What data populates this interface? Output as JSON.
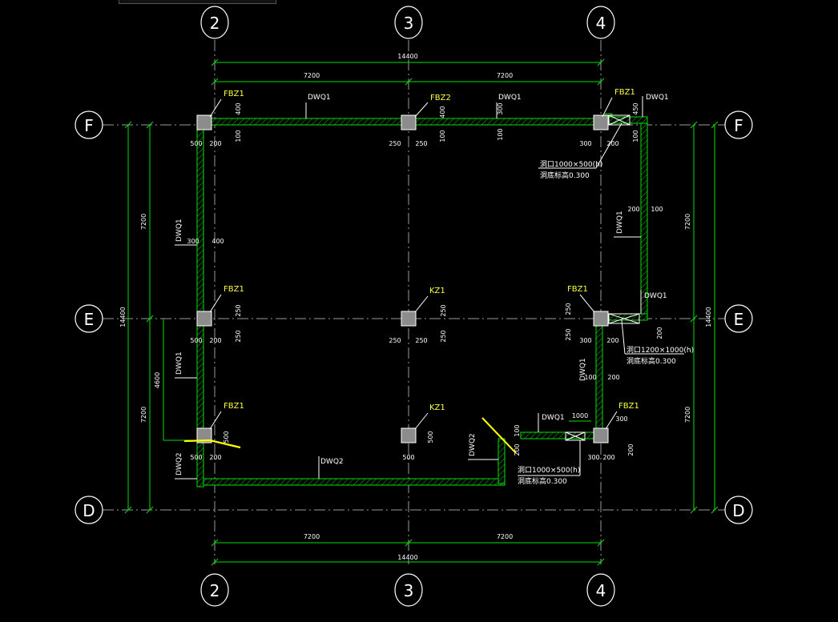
{
  "axes": {
    "vertical": [
      "2",
      "3",
      "4"
    ],
    "horizontal": [
      "F",
      "E",
      "D"
    ]
  },
  "dims": {
    "overall": "14400",
    "bay": "7200",
    "d4600": "4600",
    "d1000": "1000",
    "d500": "500",
    "d300": "300",
    "d250": "250",
    "d200": "200",
    "d100": "100",
    "d400": "400",
    "d450": "450"
  },
  "labels": {
    "fbz1": "FBZ1",
    "fbz2": "FBZ2",
    "kz1": "KZ1",
    "dwq1": "DWQ1",
    "dwq2": "DWQ2"
  },
  "openings": {
    "o1_line1": "洞口1000×500(h)",
    "o1_line2": "洞底标高0.300",
    "o2_line1": "洞口1200×1000(h)",
    "o2_line2": "洞底标高0.300",
    "o3_line1": "洞口1000×500(h)",
    "o3_line2": "洞底标高0.300"
  },
  "colors": {
    "dimension": "#00e000",
    "label": "#ffff3c",
    "grid": "#9a9a9a",
    "text": "#ffffff"
  }
}
